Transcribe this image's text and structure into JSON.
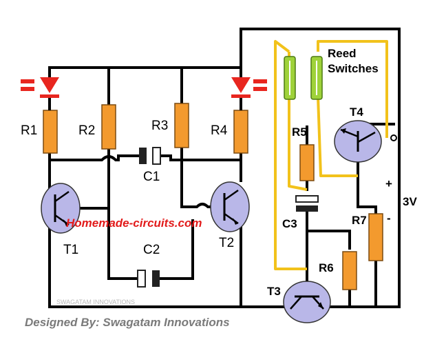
{
  "labels": {
    "r1": "R1",
    "r2": "R2",
    "r3": "R3",
    "r4": "R4",
    "r5": "R5",
    "r6": "R6",
    "r7": "R7",
    "c1": "C1",
    "c2": "C2",
    "c3": "C3",
    "t1": "T1",
    "t2": "T2",
    "t3": "T3",
    "t4": "T4",
    "reed_line1": "Reed",
    "reed_line2": "Switches",
    "plus": "+",
    "minus": "-",
    "voltage": "3V"
  },
  "watermark": "Homemade-circuits.com",
  "credit_small": "SWAGATAM INNOVATIONS",
  "designer": "Designed By: Swagatam Innovations",
  "colors": {
    "wire": "#000000",
    "resistor": "#f39a2e",
    "transistor": "#b9b7e8",
    "led": "#e8261f",
    "reed_wire": "#f2c21b",
    "reed_glass": "#9fd23a"
  }
}
